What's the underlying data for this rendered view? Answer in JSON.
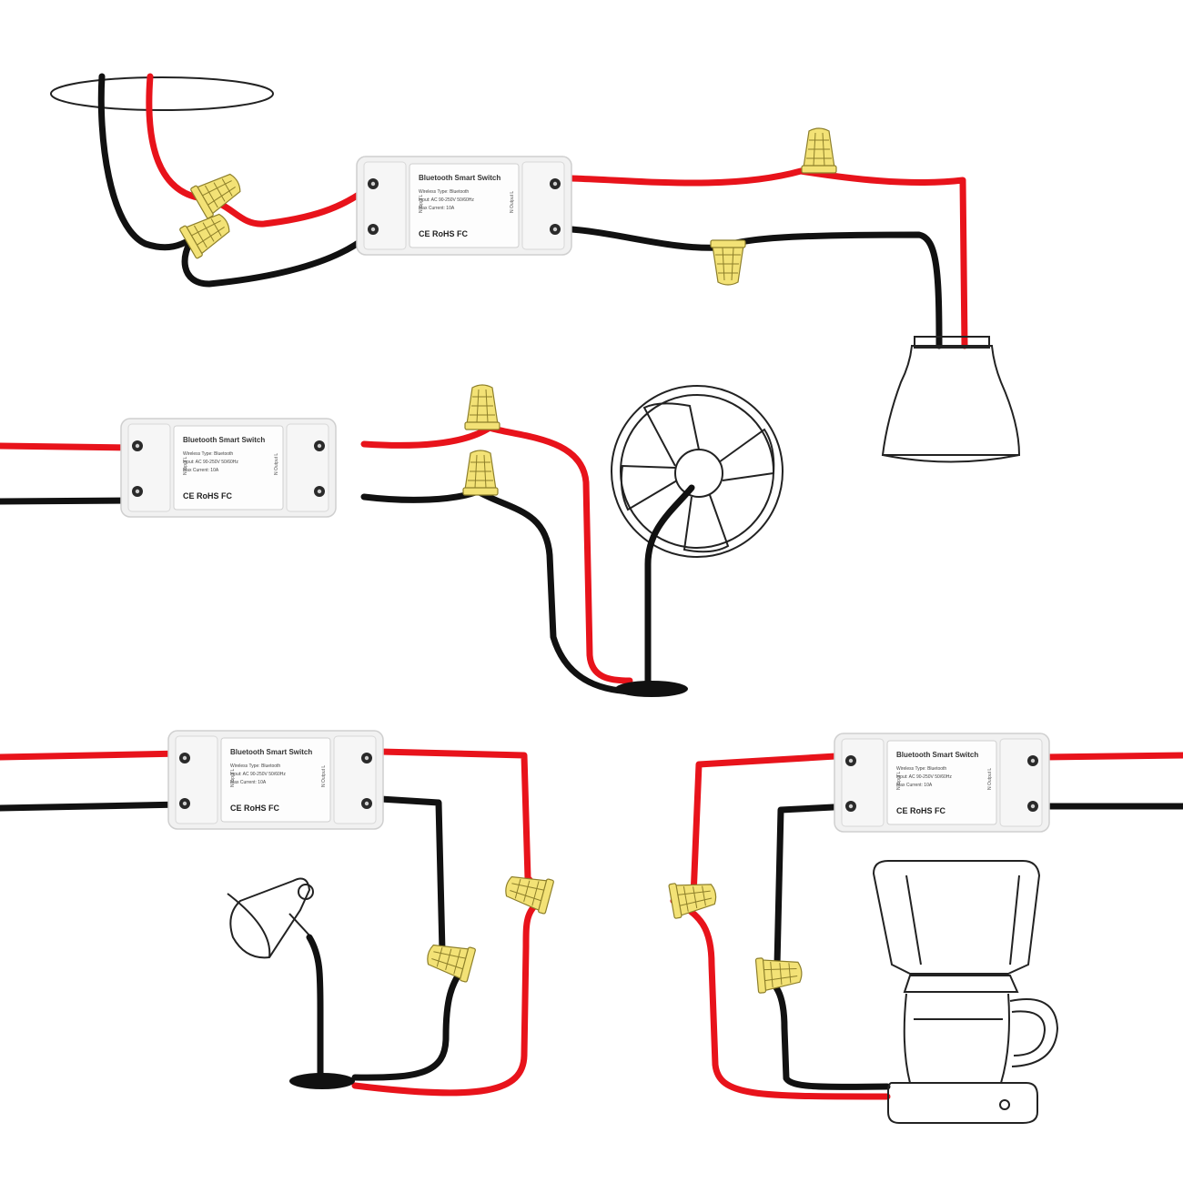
{
  "switch_module": {
    "title": "Bluetooth Smart Switch",
    "wireless_type": "Wireless Type: Bluetooth",
    "input_rating": "Input: AC 90-250V 50/60Hz",
    "max_current": "Max Current: 10A",
    "certifications": "CE RoHS FC",
    "input_side_label": "N Input L",
    "output_side_label": "N Output L"
  },
  "colors": {
    "live_wire": "#e8131b",
    "neutral_wire": "#111111",
    "wire_nut": "#f3e276",
    "module_body": "#f1f1f1"
  },
  "icons": [
    "ceiling-junction-ring",
    "wire-nut",
    "pendant-light-bulb",
    "desk-fan",
    "desk-lamp",
    "coffee-maker"
  ]
}
